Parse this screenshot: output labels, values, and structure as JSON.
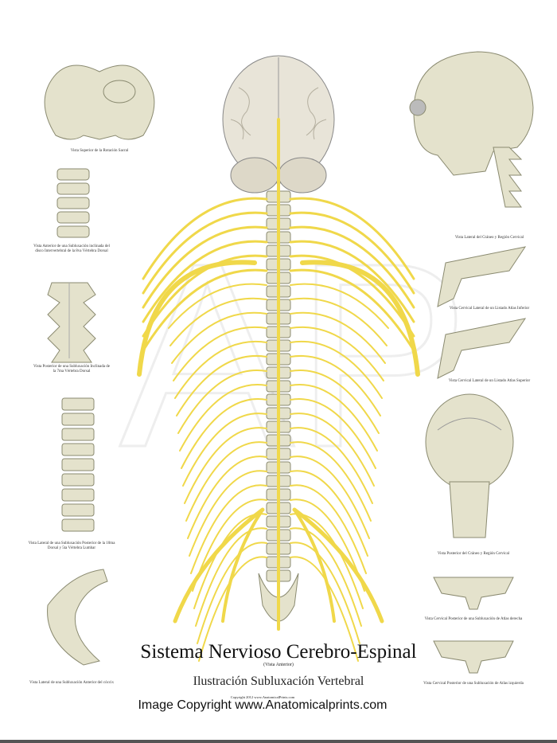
{
  "poster": {
    "title": "Sistema Nervioso Cerebro-Espinal",
    "subtitle": "(Vista Anterior)",
    "subtitle2": "Ilustración  Subluxación Vertebral",
    "copyright_small": "Copyright 2012 www.AnatomicalPrints.com",
    "watermark": "Image Copyright www.Anatomicalprints.com"
  },
  "left_panels": [
    {
      "caption": "Vista Superior de la Rotación Sacral"
    },
    {
      "caption": "Vista Anterior de una Subluxación inclinada del disco Intervertebral de la 8va Vértebra Dorsal"
    },
    {
      "caption": "Vista Posterior de una Subluxación Inclinada de la 7ma Vértebra Dorsal"
    },
    {
      "caption": "Vista Lateral de una Subluxación Posterior de la 10ma Dorsal y 5ta Vértebra Lumbar"
    },
    {
      "caption": "Vista Lateral de una Subluxación Anterior del cóccix"
    }
  ],
  "right_panels": [
    {
      "caption": "Vista Lateral del Cráneo y Región Cervical"
    },
    {
      "caption": "Vista Cervical Lateral de un Listado Atlas Inferior"
    },
    {
      "caption": "Vista Cervical Lateral de un Listado Atlas Superior"
    },
    {
      "caption": "Vista Posterior del Cráneo y Región Cervical"
    },
    {
      "caption": "Vista Cervical Posterior de una Subluxación de Atlas derecha"
    },
    {
      "caption": "Vista Cervical Posterior de una Subluxación de Atlas izquierda"
    }
  ],
  "colors": {
    "nerve": "#f0d84a",
    "nerve_dark": "#c9a820",
    "bone": "#e4e2cc",
    "bone_line": "#8a8a70"
  }
}
